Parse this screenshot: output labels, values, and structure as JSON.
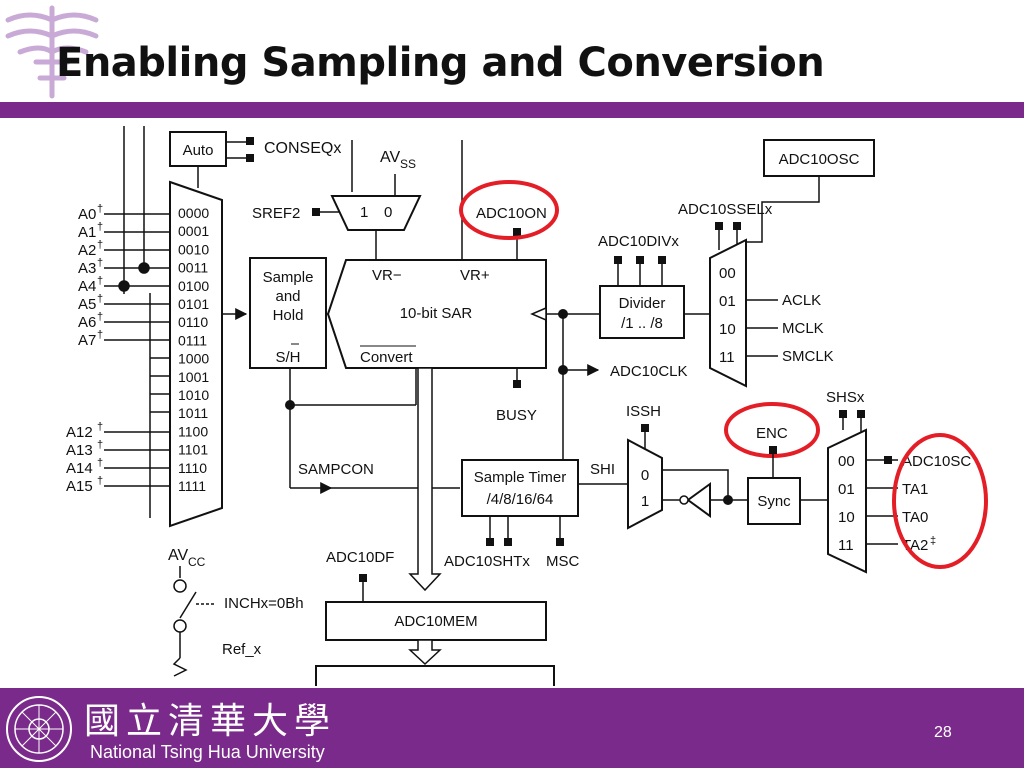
{
  "slide": {
    "title": "Enabling Sampling and Conversion",
    "page_number": "28",
    "university_cn": "國立清華大學",
    "university_en": "National Tsing Hua University",
    "accent_color": "#7a2a8a",
    "highlight_color": "#e41e26"
  },
  "diagram": {
    "inputs_top": [
      "A0",
      "A1",
      "A2",
      "A3",
      "A4",
      "A5",
      "A6",
      "A7"
    ],
    "inputs_bottom": [
      "A12",
      "A13",
      "A14",
      "A15"
    ],
    "dagger": "†",
    "double_dagger": "‡",
    "mux_codes": [
      "0000",
      "0001",
      "0010",
      "0011",
      "0100",
      "0101",
      "0110",
      "0111",
      "1000",
      "1001",
      "1010",
      "1011",
      "1100",
      "1101",
      "1110",
      "1111"
    ],
    "auto": "Auto",
    "conseq": "CONSEQx",
    "avss": "AV",
    "avss_sub": "SS",
    "sref2": "SREF2",
    "ref_mux_1": "1",
    "ref_mux_0": "0",
    "adc10on": "ADC10ON",
    "sample_hold": [
      "Sample",
      "and",
      "Hold"
    ],
    "sh": "S/H",
    "vr_minus": "VR−",
    "vr_plus": "VR+",
    "sar": "10-bit SAR",
    "convert": "Convert",
    "busy": "BUSY",
    "adc10osc": "ADC10OSC",
    "adc10ssel": "ADC10SSELx",
    "adc10div": "ADC10DIVx",
    "divider": [
      "Divider",
      "/1 .. /8"
    ],
    "clk_mux_codes": [
      "00",
      "01",
      "10",
      "11"
    ],
    "clk_sources": [
      "ACLK",
      "MCLK",
      "SMCLK"
    ],
    "adc10clk": "ADC10CLK",
    "issh": "ISSH",
    "enc": "ENC",
    "shsx": "SHSx",
    "shs_codes": [
      "00",
      "01",
      "10",
      "11"
    ],
    "shs_sources": [
      "ADC10SC",
      "TA1",
      "TA0",
      "TA2"
    ],
    "sampcon": "SAMPCON",
    "sample_timer": [
      "Sample Timer",
      "/4/8/16/64"
    ],
    "shi": "SHI",
    "shi_mux_0": "0",
    "shi_mux_1": "1",
    "sync": "Sync",
    "adc10sht": "ADC10SHTx",
    "msc": "MSC",
    "adc10df": "ADC10DF",
    "adc10mem": "ADC10MEM",
    "avcc": "AV",
    "avcc_sub": "CC",
    "inch": "INCHx=0Bh",
    "ref_x": "Ref_x"
  }
}
